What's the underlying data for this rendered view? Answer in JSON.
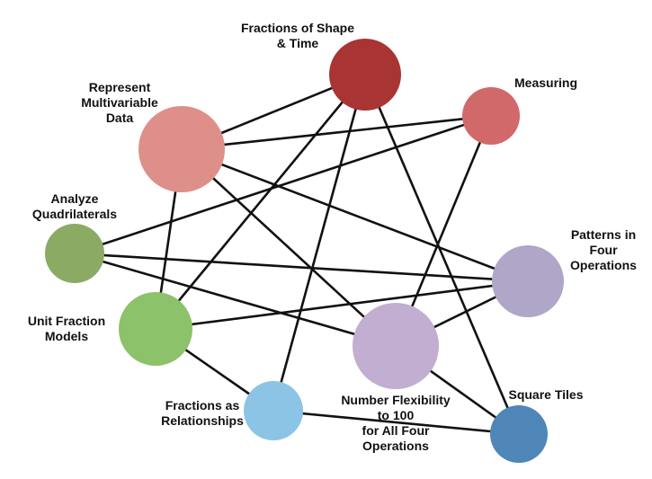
{
  "nodes": [
    {
      "id": "fractions-shape-time",
      "label": [
        "Fractions of Shape",
        "& Time"
      ],
      "color": "#a83434"
    },
    {
      "id": "measuring",
      "label": [
        "Measuring"
      ],
      "color": "#d1696a"
    },
    {
      "id": "represent-multivariable-data",
      "label": [
        "Represent",
        "Multivariable",
        "Data"
      ],
      "color": "#de8f8a"
    },
    {
      "id": "analyze-quadrilaterals",
      "label": [
        "Analyze",
        "Quadrilaterals"
      ],
      "color": "#8bab65"
    },
    {
      "id": "patterns-four-operations",
      "label": [
        "Patterns in",
        "Four",
        "Operations"
      ],
      "color": "#b0a6c8"
    },
    {
      "id": "unit-fraction-models",
      "label": [
        "Unit Fraction",
        "Models"
      ],
      "color": "#8cc269"
    },
    {
      "id": "number-flexibility",
      "label": [
        "Number Flexibility",
        "to 100",
        "for All Four",
        "Operations"
      ],
      "color": "#c1aed0"
    },
    {
      "id": "fractions-relationships",
      "label": [
        "Fractions as",
        "Relationships"
      ],
      "color": "#8cc4e6"
    },
    {
      "id": "square-tiles",
      "label": [
        "Square Tiles"
      ],
      "color": "#4f86b8"
    }
  ],
  "edges": [
    [
      "represent-multivariable-data",
      "fractions-shape-time"
    ],
    [
      "represent-multivariable-data",
      "measuring"
    ],
    [
      "represent-multivariable-data",
      "unit-fraction-models"
    ],
    [
      "represent-multivariable-data",
      "number-flexibility"
    ],
    [
      "represent-multivariable-data",
      "patterns-four-operations"
    ],
    [
      "fractions-shape-time",
      "unit-fraction-models"
    ],
    [
      "fractions-shape-time",
      "fractions-relationships"
    ],
    [
      "fractions-shape-time",
      "square-tiles"
    ],
    [
      "measuring",
      "analyze-quadrilaterals"
    ],
    [
      "measuring",
      "number-flexibility"
    ],
    [
      "analyze-quadrilaterals",
      "patterns-four-operations"
    ],
    [
      "analyze-quadrilaterals",
      "number-flexibility"
    ],
    [
      "unit-fraction-models",
      "patterns-four-operations"
    ],
    [
      "unit-fraction-models",
      "fractions-relationships"
    ],
    [
      "patterns-four-operations",
      "number-flexibility"
    ],
    [
      "fractions-relationships",
      "square-tiles"
    ],
    [
      "number-flexibility",
      "square-tiles"
    ]
  ]
}
